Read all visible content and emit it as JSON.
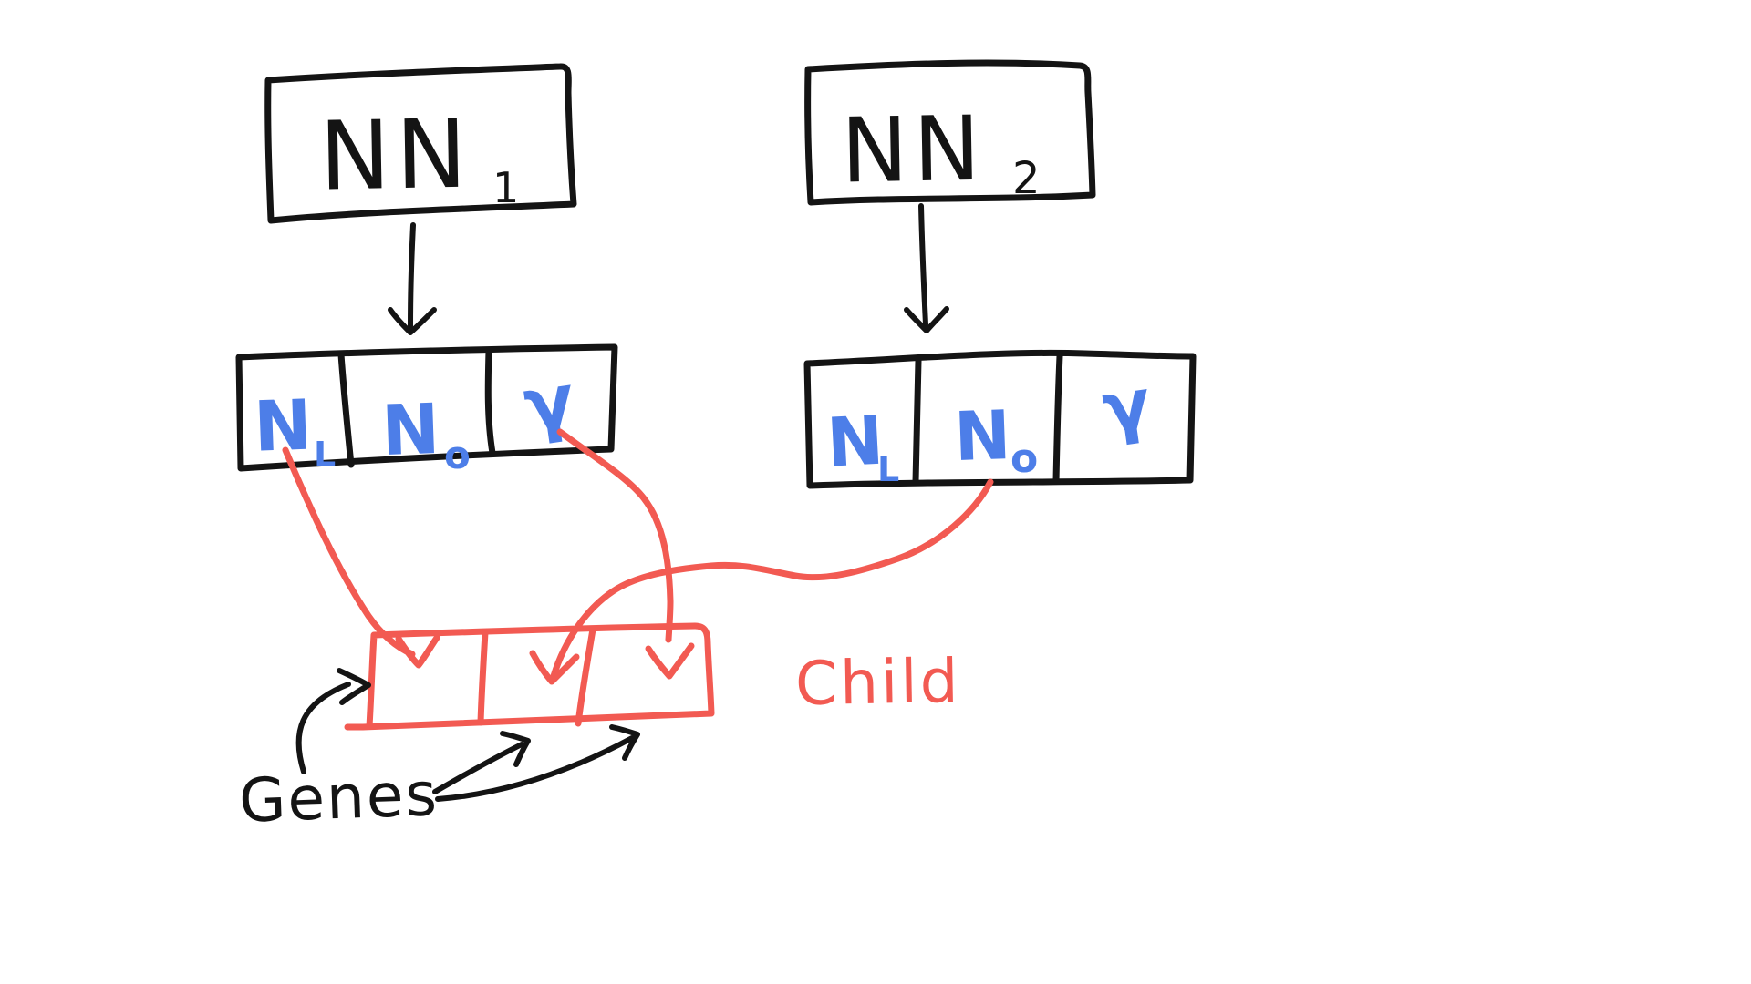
{
  "colors": {
    "ink": "#141414",
    "blue": "#4d7ee8",
    "red": "#f25a52"
  },
  "parents": [
    {
      "name": "NN",
      "subscript": "1",
      "genes": [
        {
          "main": "N",
          "sub": "L"
        },
        {
          "main": "N",
          "sub": "o"
        },
        {
          "main": "γ",
          "sub": ""
        }
      ]
    },
    {
      "name": "NN",
      "subscript": "2",
      "genes": [
        {
          "main": "N",
          "sub": "L"
        },
        {
          "main": "N",
          "sub": "o"
        },
        {
          "main": "γ",
          "sub": ""
        }
      ]
    }
  ],
  "child": {
    "label": "Child"
  },
  "genes_label": "Genes"
}
